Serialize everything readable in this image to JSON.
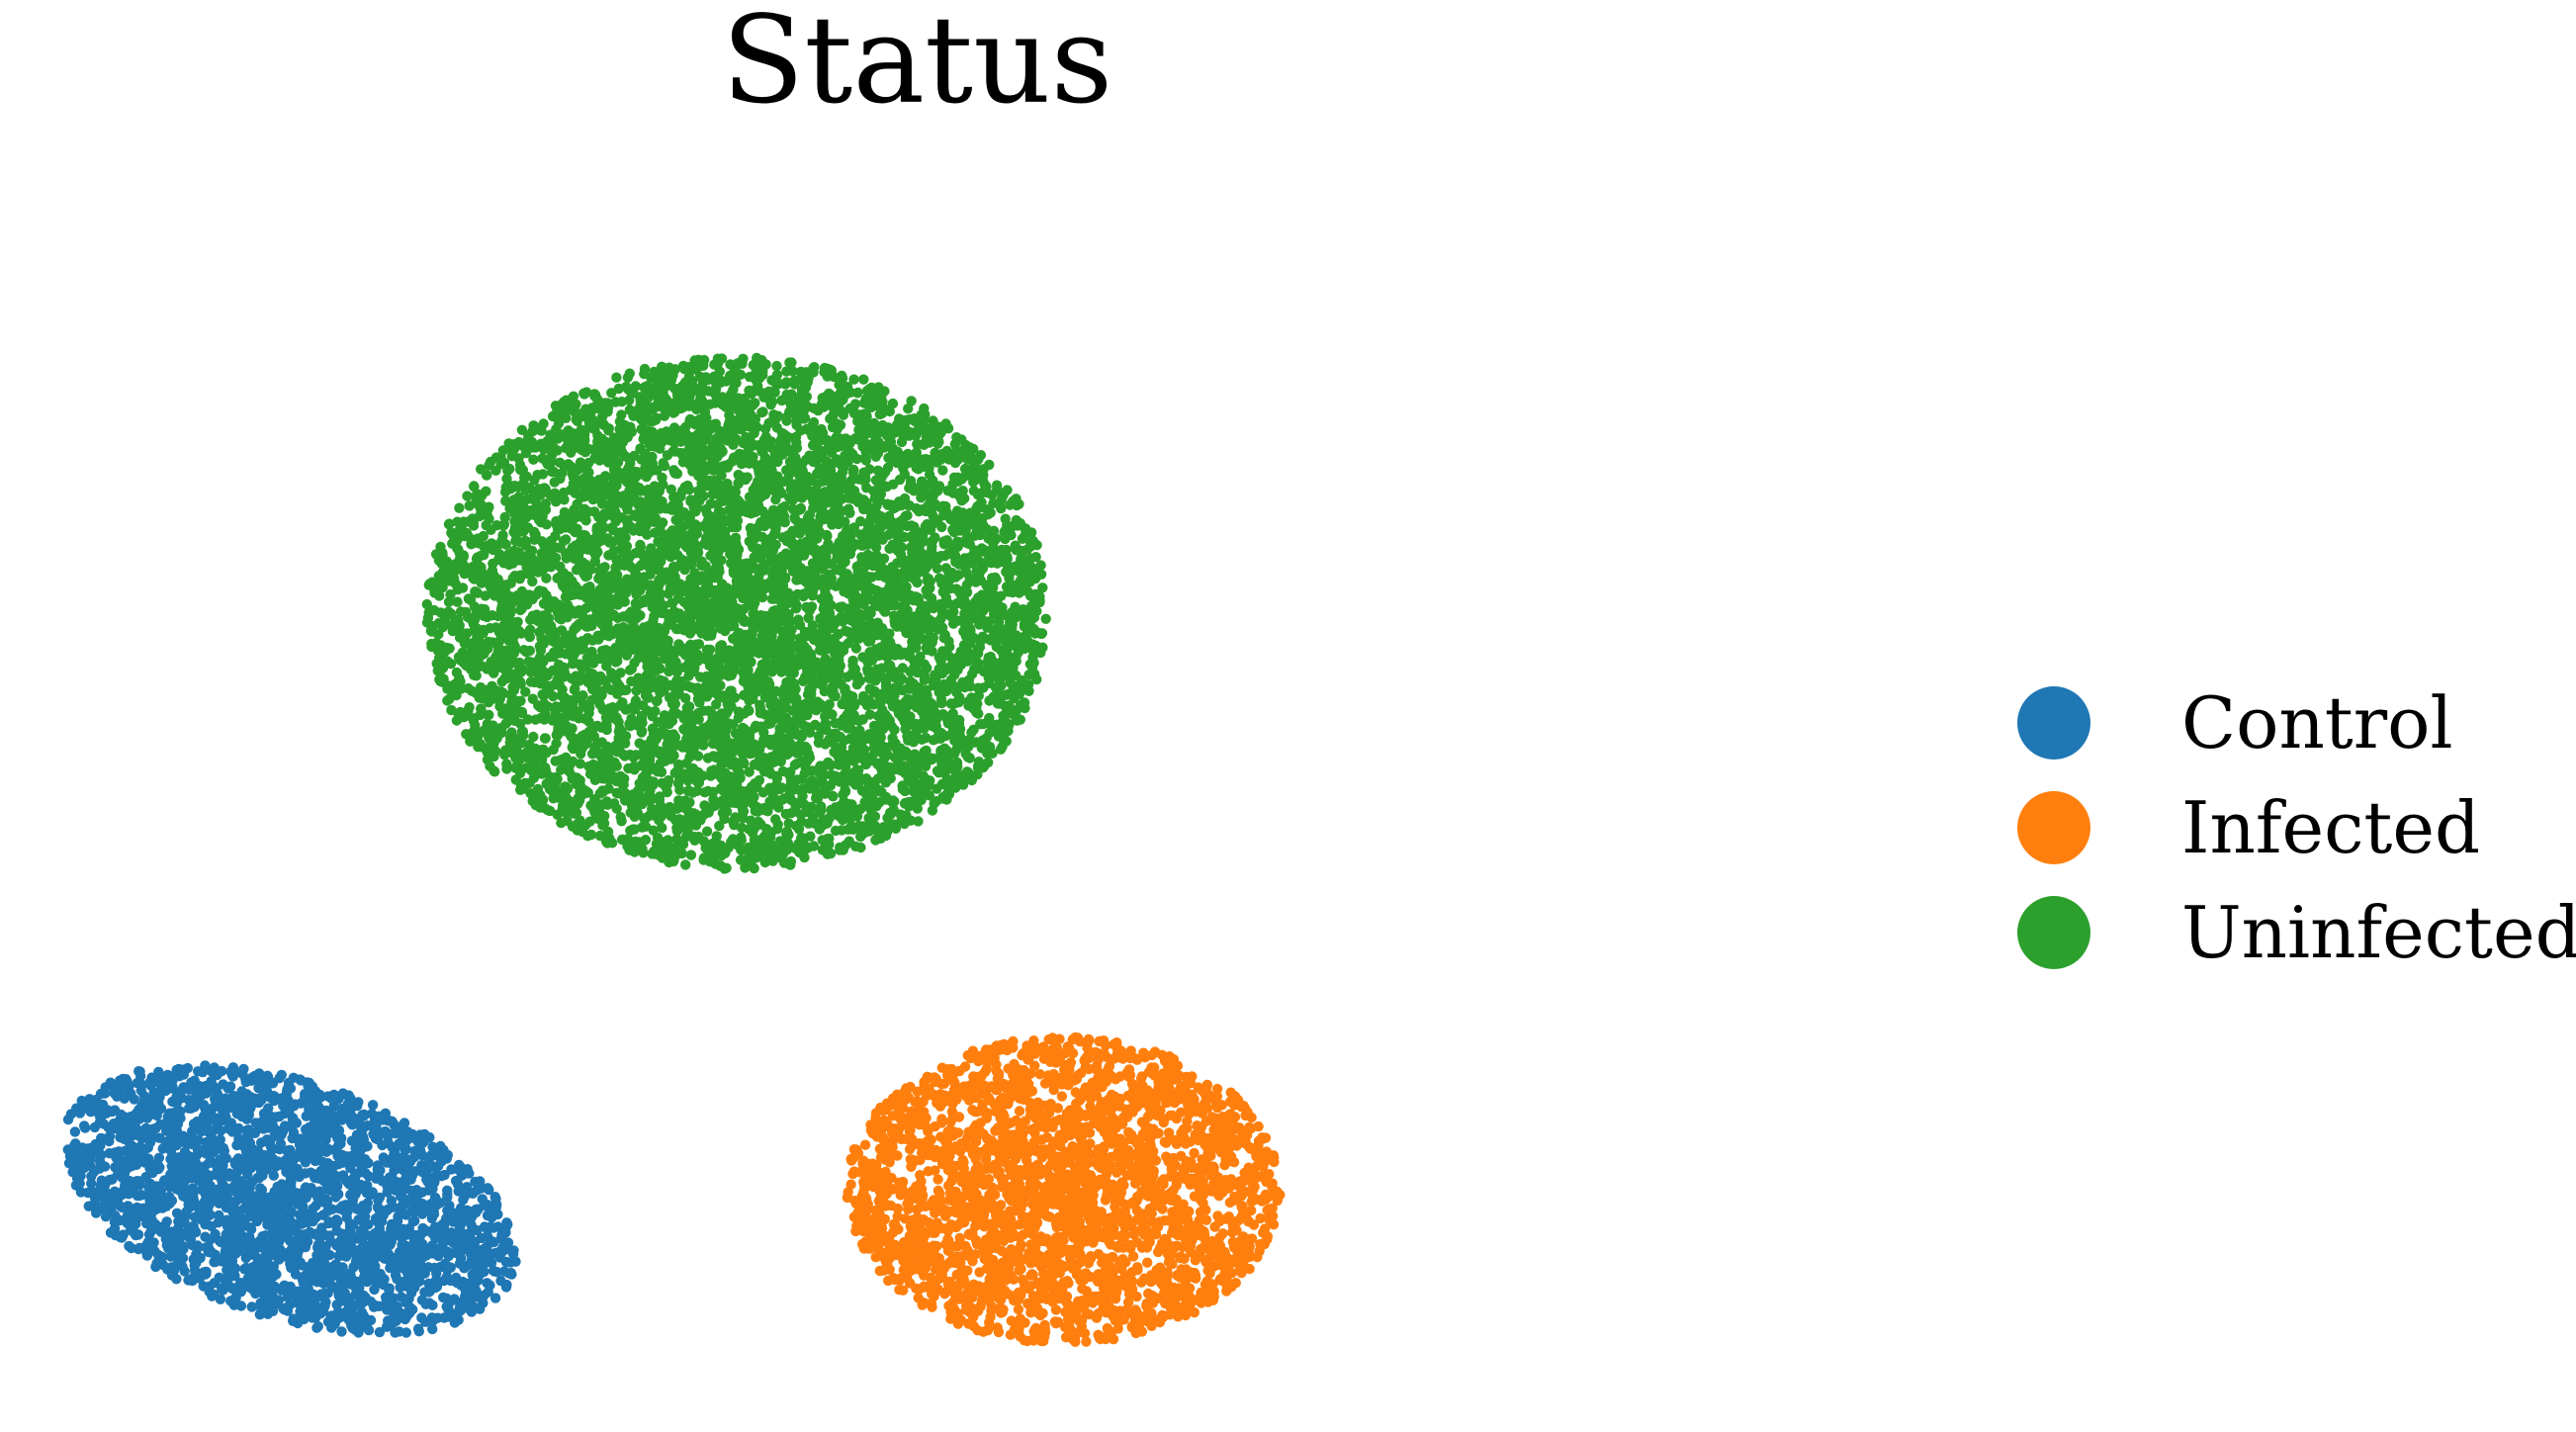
{
  "chart_data": {
    "type": "scatter",
    "title": "Status",
    "xlabel": "",
    "ylabel": "",
    "grid": false,
    "axes_visible": false,
    "legend_position": "right",
    "series": [
      {
        "name": "Control",
        "color": "#1f77b4",
        "center": [
          -6.2,
          -4.1
        ],
        "spread": [
          3.2,
          1.3
        ],
        "tilt": -0.22,
        "n_points": 2400
      },
      {
        "name": "Infected",
        "color": "#ff7f0e",
        "center": [
          4.5,
          -4.0
        ],
        "spread": [
          3.0,
          1.65
        ],
        "tilt": 0.0,
        "n_points": 2700
      },
      {
        "name": "Uninfected",
        "color": "#2ca02c",
        "center": [
          0.0,
          2.2
        ],
        "spread": [
          4.3,
          2.75
        ],
        "tilt": 0.0,
        "n_points": 6500
      }
    ],
    "xlim": [
      -10.2,
      15.5
    ],
    "ylim": [
      -6.6,
      7.3
    ]
  }
}
